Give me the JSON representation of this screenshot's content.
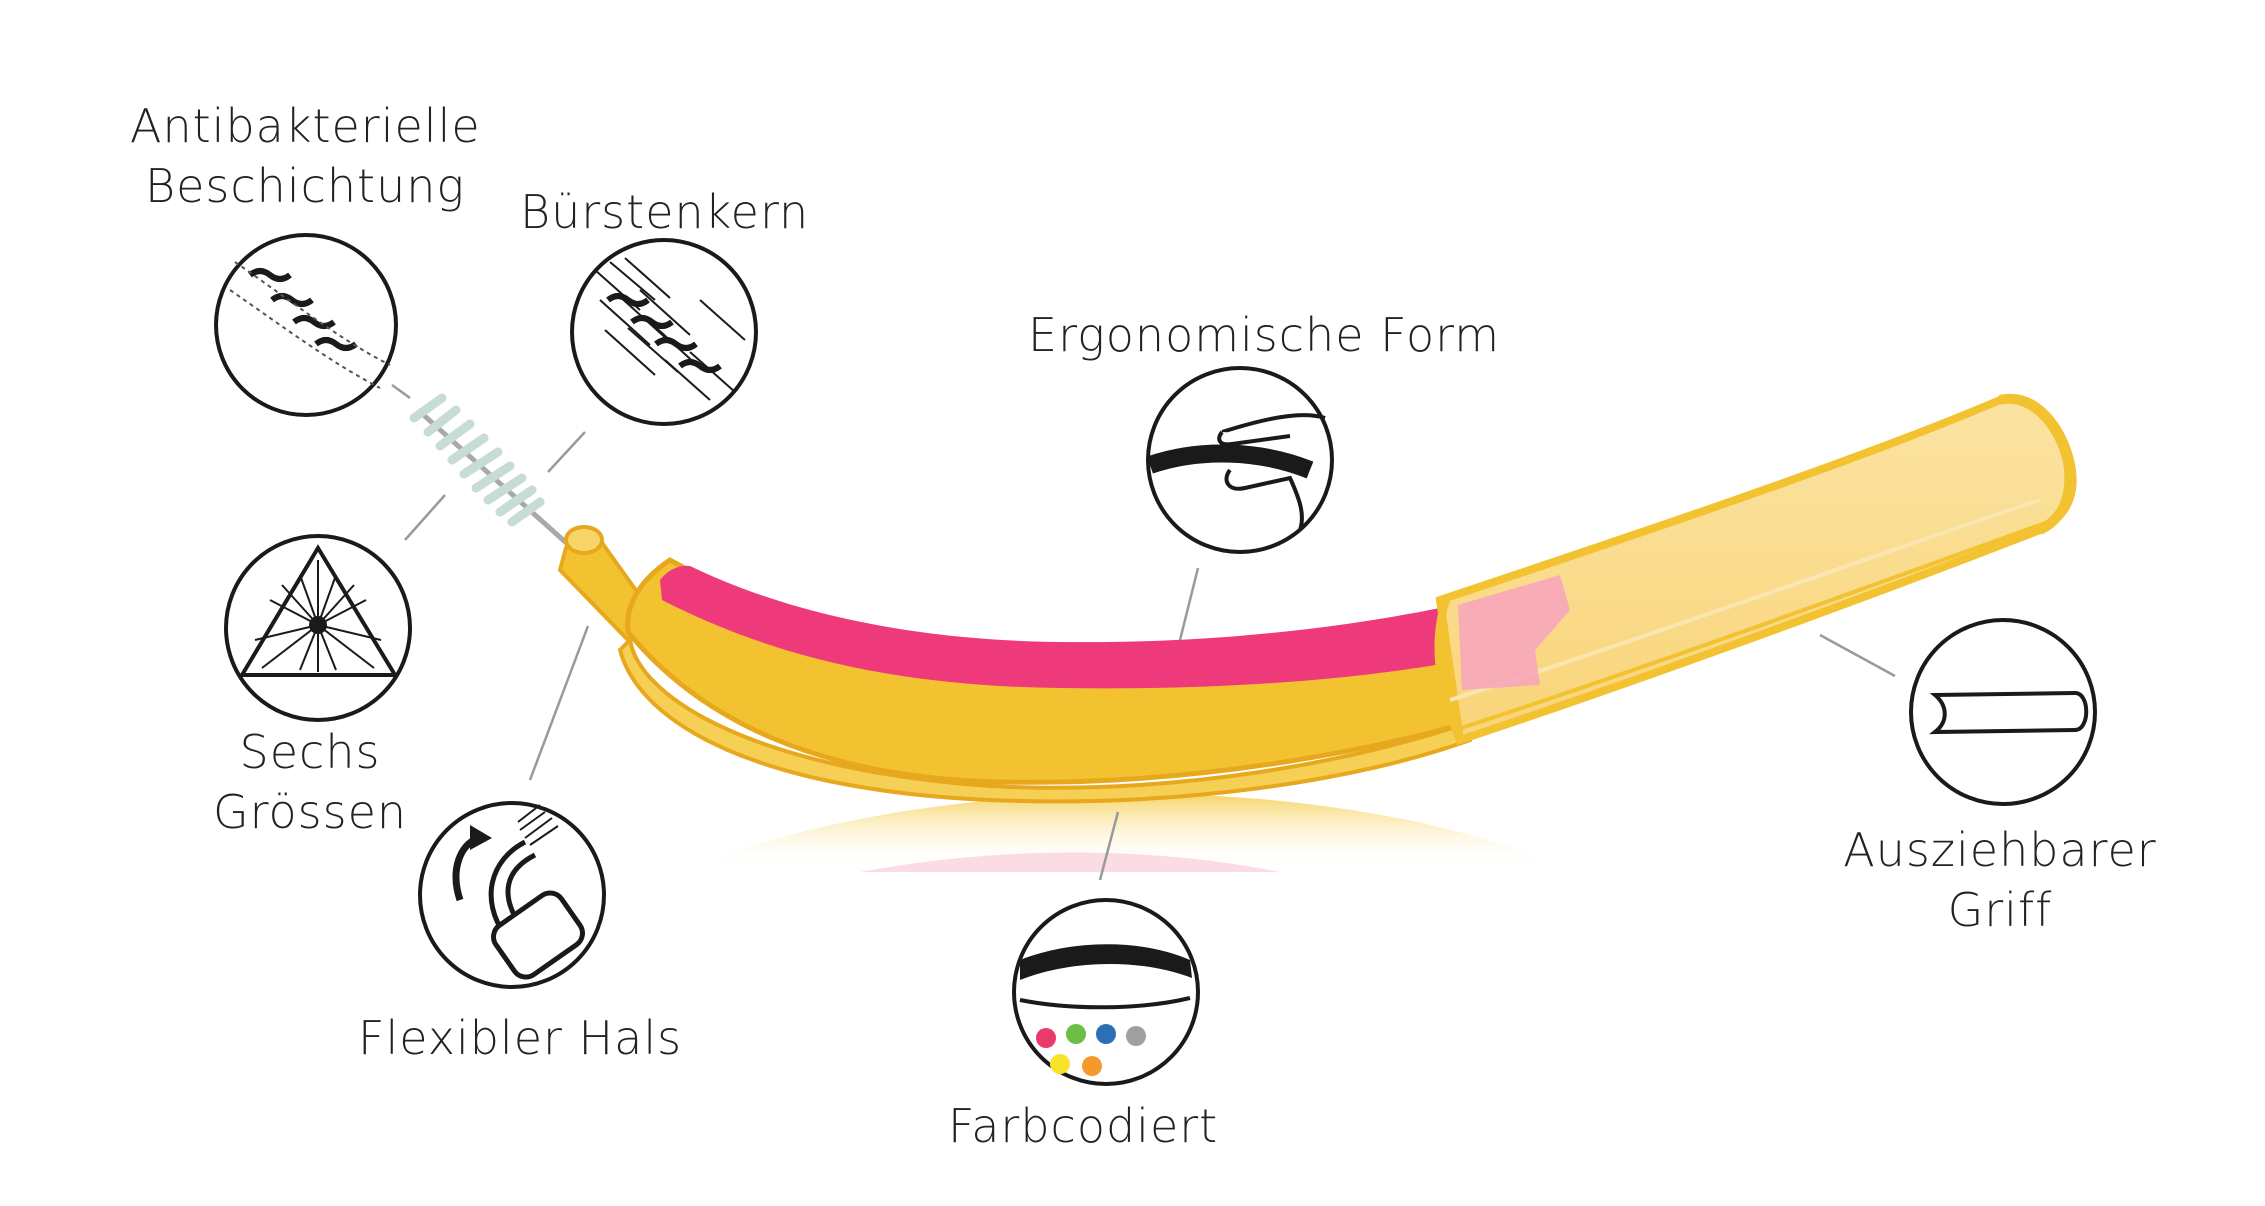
{
  "labels": {
    "antibacterial_line1": "Antibakterielle",
    "antibacterial_line2": "Beschichtung",
    "core": "Bürstenkern",
    "ergonomic": "Ergonomische Form",
    "sizes_line1": "Sechs",
    "sizes_line2": "Grössen",
    "neck": "Flexibler Hals",
    "color_coded": "Farbcodiert",
    "handle_line1": "Ausziehbarer",
    "handle_line2": "Griff"
  },
  "colors": {
    "yellow_dark": "#E8A81E",
    "yellow": "#F2C230",
    "yellow_light": "#FADB8A",
    "pink": "#EE3A7A",
    "outline": "#1A1A1A",
    "leader": "#9A9A9A",
    "bristle": "#C7DCD4",
    "dot_colors": [
      "#E83A6B",
      "#6CBE45",
      "#2C6FB7",
      "#A0A0A0",
      "#F7E32A",
      "#F39A2A"
    ]
  },
  "icons": {
    "antibacterial": "coated-wire-icon",
    "core": "brush-core-icon",
    "ergonomic": "finger-grip-icon",
    "sizes": "triangle-bristle-icon",
    "neck": "flexible-neck-icon",
    "color_coded": "color-dots-icon",
    "handle": "extendable-handle-icon"
  }
}
